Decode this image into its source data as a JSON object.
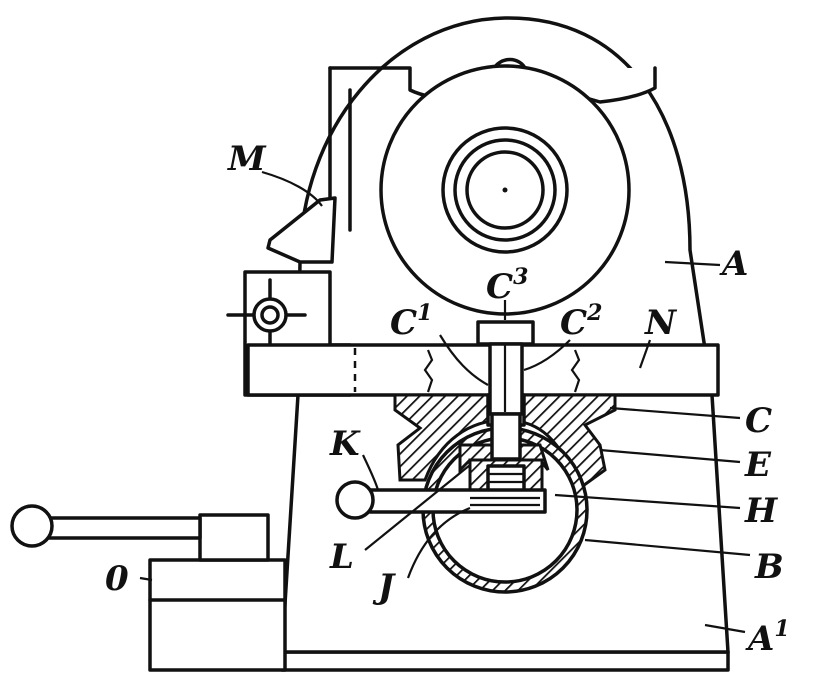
{
  "labels": {
    "A": "A",
    "A1_base": "A",
    "A1_sup": "1",
    "B": "B",
    "C": "C",
    "C1_base": "C",
    "C1_sup": "1",
    "C2_base": "C",
    "C2_sup": "2",
    "C3_base": "C",
    "C3_sup": "3",
    "E": "E",
    "H": "H",
    "J": "J",
    "K": "K",
    "L": "L",
    "M": "M",
    "N": "N",
    "O": "0"
  },
  "colors": {
    "ink": "#111111",
    "paper": "#ffffff"
  }
}
